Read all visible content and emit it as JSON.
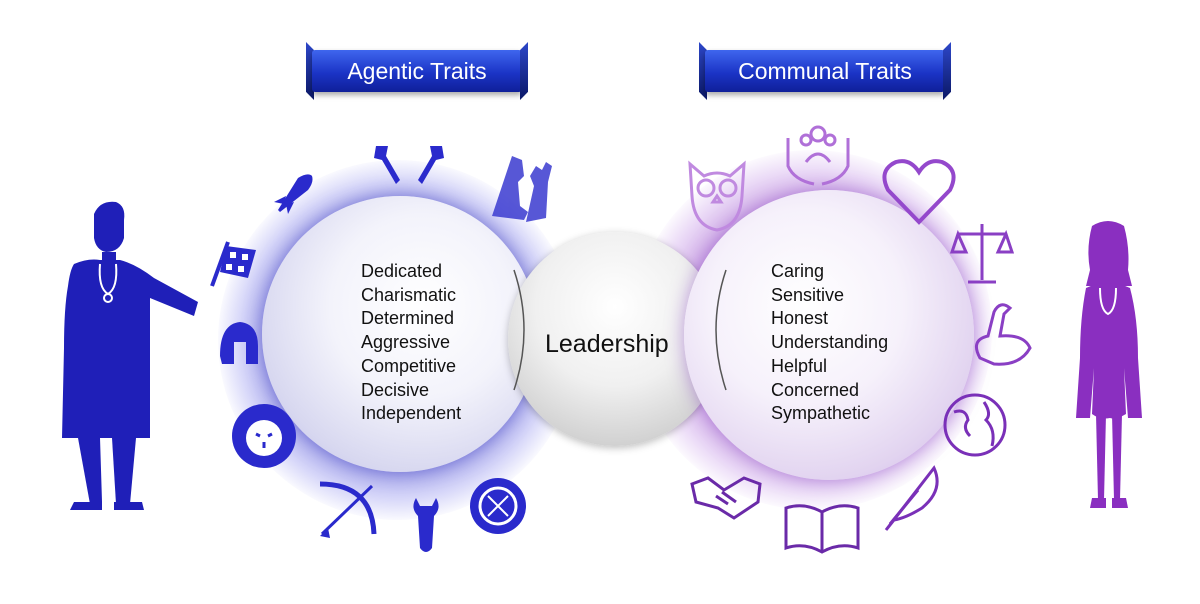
{
  "agentic": {
    "title": "Agentic Traits",
    "traits": [
      "Dedicated",
      "Charismatic",
      "Determined",
      "Aggressive",
      "Competitive",
      "Decisive",
      "Independent"
    ],
    "color": "#1f1fb8",
    "icons": [
      "rocket-icon",
      "arrows-icon",
      "chess-pieces-icon",
      "checkered-flag-icon",
      "helmet-icon",
      "lion-icon",
      "bow-arrow-icon",
      "wrench-icon",
      "shield-icon"
    ]
  },
  "communal": {
    "title": "Communal Traits",
    "traits": [
      "Caring",
      "Sensitive",
      "Honest",
      "Understanding",
      "Helpful",
      "Concerned",
      "Sympathetic"
    ],
    "color": "#8a3fc4",
    "icons": [
      "owl-icon",
      "caring-hands-icon",
      "heart-icon",
      "scales-icon",
      "swan-icon",
      "globe-icon",
      "handshake-icon",
      "book-icon",
      "feather-icon"
    ]
  },
  "center": {
    "label": "Leadership"
  }
}
